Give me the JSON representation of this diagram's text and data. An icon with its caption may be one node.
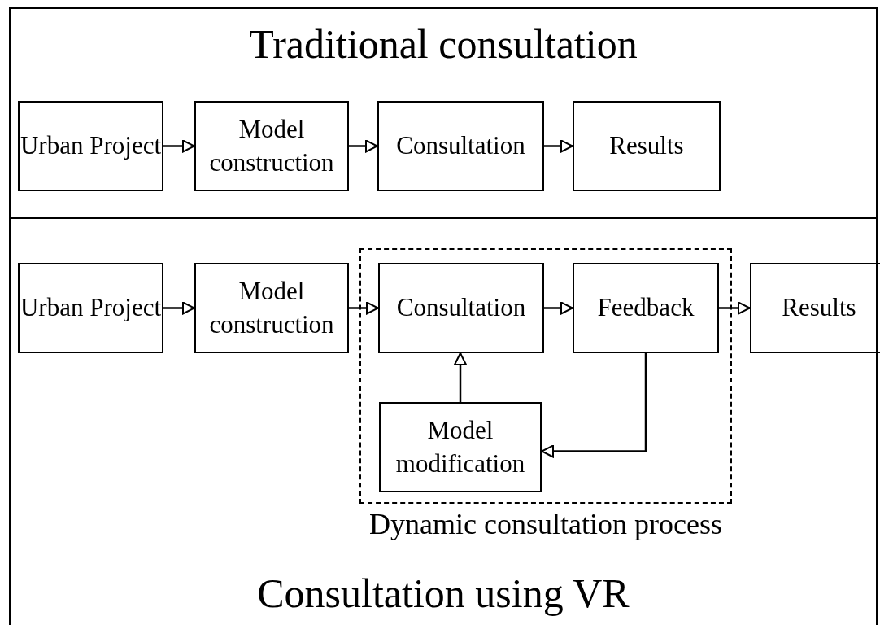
{
  "diagram": {
    "nodes": [
      {
        "text": [
          "Traditional consultation"
        ]
      },
      {
        "text": [
          "Urban Project"
        ],
        "in": 0
      },
      {
        "text": [
          "Model construction"
        ],
        "in": 0
      },
      {
        "text": [
          "Consultation"
        ],
        "in": 0
      },
      {
        "text": [
          "Results"
        ],
        "in": 0
      },
      {
        "text": [
          "Consultation using VR"
        ]
      },
      {
        "text": [
          "Urban Project"
        ],
        "in": 5
      },
      {
        "text": [
          "Model construction"
        ],
        "in": 5
      },
      {
        "text": [
          "Dynamic consultation process"
        ],
        "in": 5
      },
      {
        "text": [
          "Consultation"
        ],
        "in": 8
      },
      {
        "text": [
          "Feedback"
        ],
        "in": 8
      },
      {
        "text": [
          "Model modification"
        ],
        "in": 8
      },
      {
        "text": [
          "Results"
        ],
        "in": 5
      }
    ],
    "edges": [
      {
        "from": 1,
        "to": 2,
        "arrow": "to"
      },
      {
        "from": 2,
        "to": 3,
        "arrow": "to"
      },
      {
        "from": 3,
        "to": 4,
        "arrow": "to"
      },
      {
        "from": 6,
        "to": 7,
        "arrow": "to"
      },
      {
        "from": 7,
        "to": 9,
        "arrow": "to"
      },
      {
        "from": 9,
        "to": 10,
        "arrow": "to"
      },
      {
        "from": 10,
        "to": 12,
        "arrow": "to"
      },
      {
        "from": 11,
        "to": 9,
        "arrow": "to"
      },
      {
        "from": 10,
        "to": 11,
        "arrow": "to"
      }
    ]
  }
}
